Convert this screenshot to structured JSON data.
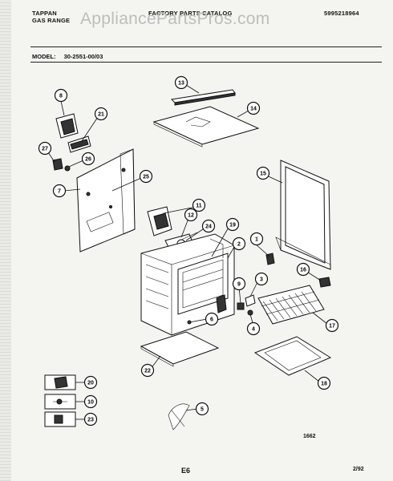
{
  "header": {
    "brand": "TAPPAN",
    "product": "GAS RANGE",
    "catalog_title": "FACTORY PARTS CATALOG",
    "catalog_number": "5995218964",
    "watermark": "AppliancePartsPros.com"
  },
  "model": {
    "label": "MODEL:",
    "value": "30-2551-00/03"
  },
  "callouts": [
    "13",
    "14",
    "8",
    "21",
    "27",
    "26",
    "7",
    "25",
    "15",
    "11",
    "12",
    "24",
    "19",
    "2",
    "1",
    "9",
    "3",
    "16",
    "6",
    "4",
    "17",
    "22",
    "18",
    "20",
    "10",
    "23",
    "5"
  ],
  "footer": {
    "drawing_number": "1662",
    "page_code": "E6",
    "date": "2/92"
  }
}
